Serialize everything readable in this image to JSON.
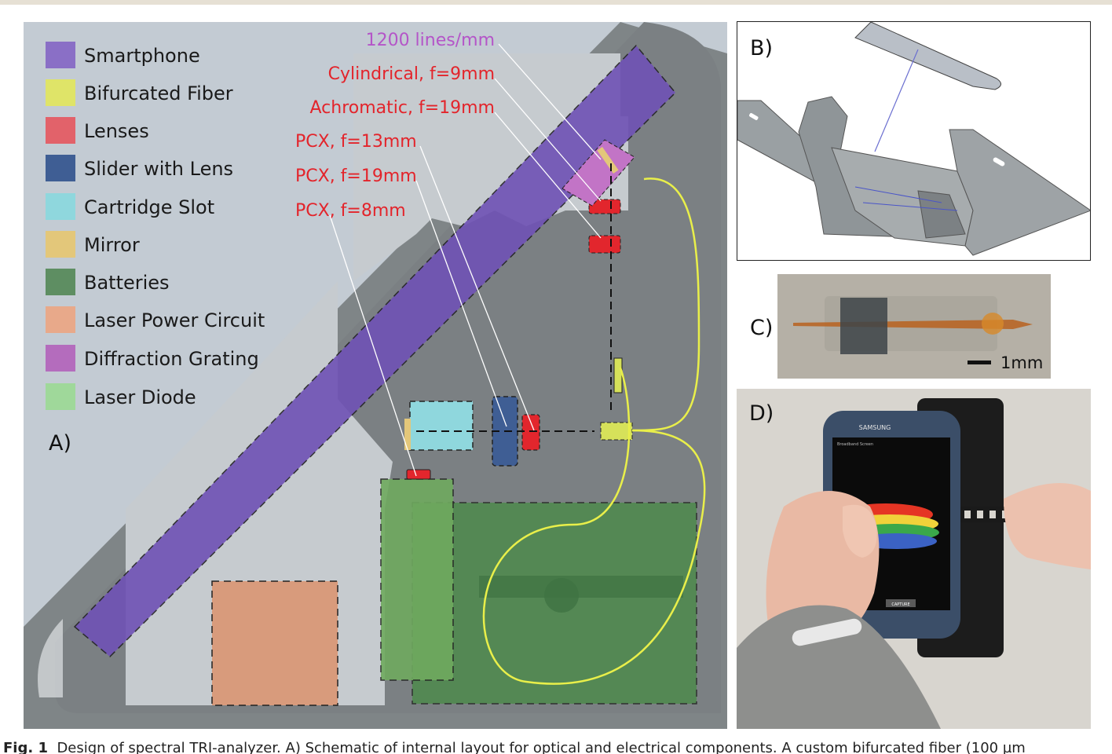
{
  "panel_a": {
    "letter": "A)",
    "legend": [
      {
        "label": "Smartphone",
        "color": "#8a6fc6"
      },
      {
        "label": "Bifurcated Fiber",
        "color": "#dfe468"
      },
      {
        "label": "Lenses",
        "color": "#e2626a"
      },
      {
        "label": "Slider with Lens",
        "color": "#3f5e94"
      },
      {
        "label": "Cartridge Slot",
        "color": "#8fd7dd"
      },
      {
        "label": "Mirror",
        "color": "#e3c77a"
      },
      {
        "label": "Batteries",
        "color": "#5e8e62"
      },
      {
        "label": "Laser Power Circuit",
        "color": "#e8a98a"
      },
      {
        "label": "Diffraction Grating",
        "color": "#b46cbd"
      },
      {
        "label": "Laser Diode",
        "color": "#9fd89a"
      }
    ],
    "callouts": {
      "grating": "1200 lines/mm",
      "cylindrical": "Cylindrical, f=9mm",
      "achromatic": "Achromatic, f=19mm",
      "pcx13": "PCX, f=13mm",
      "pcx19": "PCX, f=19mm",
      "pcx8": "PCX, f=8mm"
    }
  },
  "panel_b": {
    "letter": "B)"
  },
  "panel_c": {
    "letter": "C)",
    "scale_label": "1mm"
  },
  "panel_d": {
    "letter": "D)",
    "phone_brand": "SAMSUNG",
    "app_title": "Broadband Screen",
    "button_label": "CAPTURE"
  },
  "caption": {
    "label": "Fig. 1",
    "text": "Design of spectral TRI-analyzer. A) Schematic of internal layout for optical and electrical components. A custom bifurcated fiber (100 µm"
  }
}
